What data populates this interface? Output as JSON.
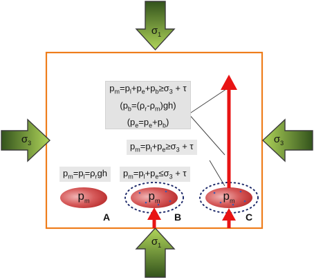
{
  "sigma_labels": {
    "top": "σ1",
    "bottom": "σ1",
    "left": "σ3",
    "right": "σ3"
  },
  "equations": {
    "box_line1": "pm=pl+pe+pb≥σ3 + τ",
    "box_line2": "(pb=(ρr-ρm)gh)",
    "box_line3": "(pe=pe+pb)",
    "mid_right": "pm=pl+pe≥σ3 + τ",
    "left_small": "pm=pl=ρrgh",
    "mid_center": "pm=pl+pe≤σ3 + τ"
  },
  "bodies": [
    {
      "label": "pm",
      "letter": "A"
    },
    {
      "label": "pm",
      "letter": "B"
    },
    {
      "label": "pm",
      "letter": "C"
    }
  ],
  "colors": {
    "frame": "#ee7d1b",
    "arrow_fill_top": "#2f4e1a",
    "arrow_fill_bottom": "#a8cc52",
    "arrow_stroke": "#3b3b3b",
    "body_fill": "#c93636",
    "red_arrow": "#e81414"
  }
}
